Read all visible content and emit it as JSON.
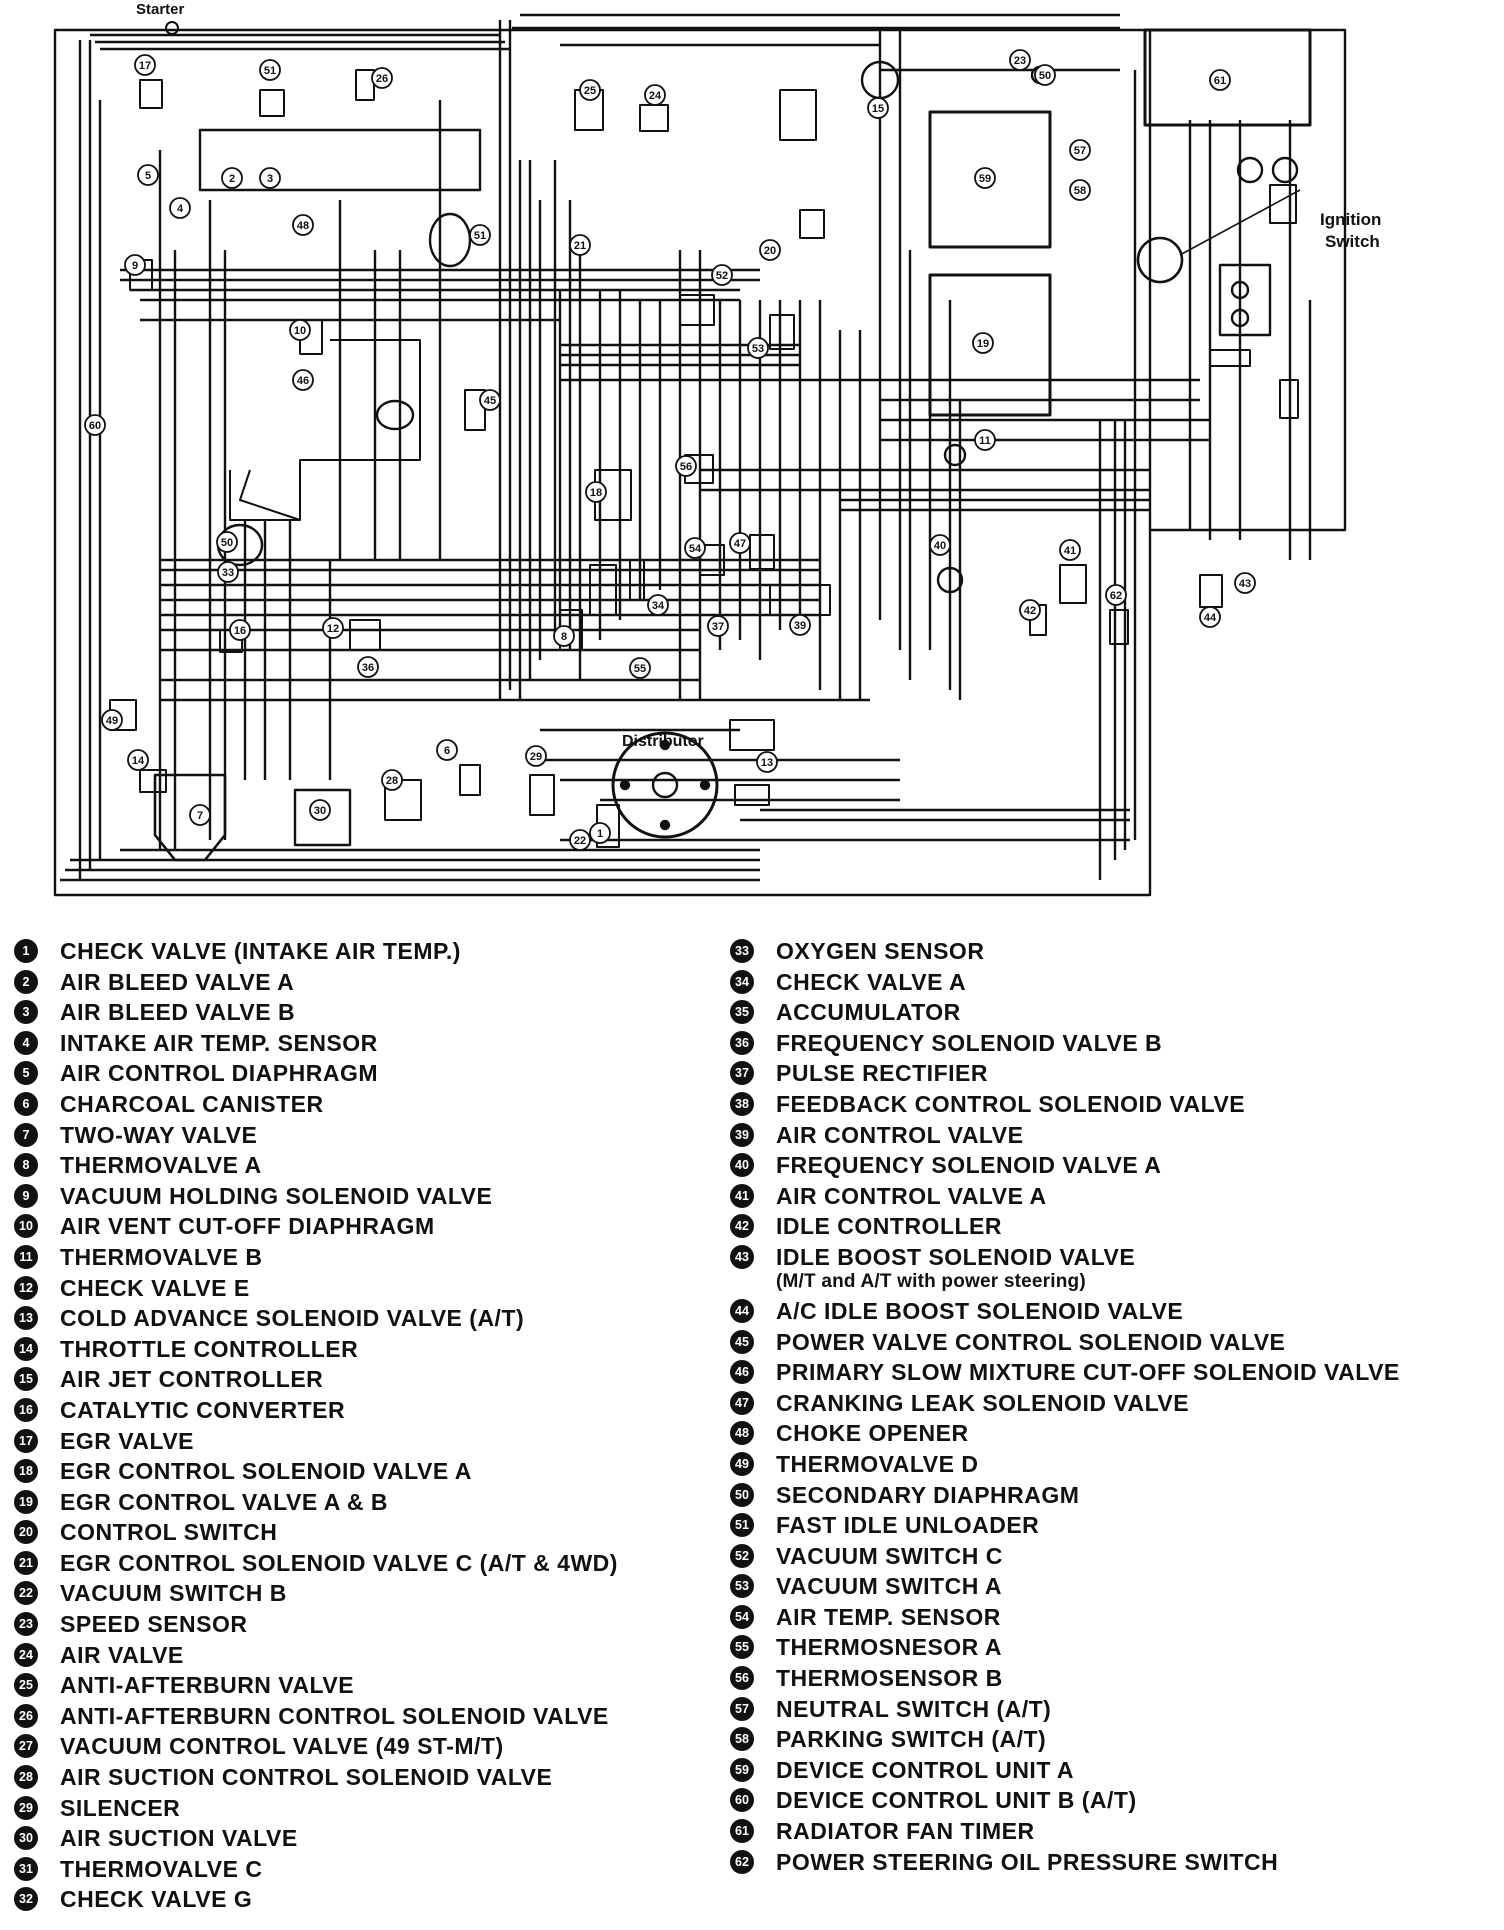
{
  "diagram": {
    "labels": {
      "starter": "Starter",
      "ignition_switch_line1": "Ignition",
      "ignition_switch_line2": "Switch",
      "distributor": "Distributor"
    },
    "component_refs": [
      "17",
      "51",
      "26",
      "25",
      "24",
      "15",
      "23",
      "50",
      "61",
      "5",
      "2",
      "3",
      "4",
      "48",
      "51",
      "20",
      "59",
      "57",
      "58",
      "21",
      "9",
      "52",
      "10",
      "46",
      "53",
      "19",
      "60",
      "45",
      "11",
      "56",
      "18",
      "47",
      "54",
      "34",
      "37",
      "39",
      "40",
      "41",
      "62",
      "42",
      "44",
      "43",
      "49",
      "50",
      "33",
      "16",
      "12",
      "8",
      "55",
      "36",
      "14",
      "7",
      "6",
      "28",
      "30",
      "29",
      "13",
      "22",
      "1"
    ],
    "colors": {
      "line": "#111111",
      "background": "#ffffff"
    }
  },
  "legend": {
    "left": [
      {
        "num": "1",
        "label": "CHECK VALVE (INTAKE AIR TEMP.)"
      },
      {
        "num": "2",
        "label": "AIR BLEED VALVE A"
      },
      {
        "num": "3",
        "label": "AIR BLEED VALVE B"
      },
      {
        "num": "4",
        "label": "INTAKE AIR TEMP. SENSOR"
      },
      {
        "num": "5",
        "label": "AIR CONTROL DIAPHRAGM"
      },
      {
        "num": "6",
        "label": "CHARCOAL CANISTER"
      },
      {
        "num": "7",
        "label": "TWO-WAY VALVE"
      },
      {
        "num": "8",
        "label": "THERMOVALVE A"
      },
      {
        "num": "9",
        "label": "VACUUM HOLDING SOLENOID VALVE"
      },
      {
        "num": "10",
        "label": "AIR VENT CUT-OFF DIAPHRAGM"
      },
      {
        "num": "11",
        "label": "THERMOVALVE B"
      },
      {
        "num": "12",
        "label": "CHECK VALVE E"
      },
      {
        "num": "13",
        "label": "COLD ADVANCE SOLENOID VALVE (A/T)"
      },
      {
        "num": "14",
        "label": "THROTTLE CONTROLLER"
      },
      {
        "num": "15",
        "label": "AIR JET CONTROLLER"
      },
      {
        "num": "16",
        "label": "CATALYTIC CONVERTER"
      },
      {
        "num": "17",
        "label": "EGR VALVE"
      },
      {
        "num": "18",
        "label": "EGR CONTROL SOLENOID VALVE A"
      },
      {
        "num": "19",
        "label": "EGR CONTROL VALVE A & B"
      },
      {
        "num": "20",
        "label": "CONTROL SWITCH"
      },
      {
        "num": "21",
        "label": "EGR CONTROL SOLENOID VALVE C (A/T & 4WD)"
      },
      {
        "num": "22",
        "label": "VACUUM SWITCH B"
      },
      {
        "num": "23",
        "label": "SPEED SENSOR"
      },
      {
        "num": "24",
        "label": "AIR VALVE"
      },
      {
        "num": "25",
        "label": "ANTI-AFTERBURN VALVE"
      },
      {
        "num": "26",
        "label": "ANTI-AFTERBURN CONTROL SOLENOID VALVE"
      },
      {
        "num": "27",
        "label": "VACUUM CONTROL VALVE (49 ST-M/T)"
      },
      {
        "num": "28",
        "label": "AIR SUCTION CONTROL SOLENOID VALVE"
      },
      {
        "num": "29",
        "label": "SILENCER"
      },
      {
        "num": "30",
        "label": "AIR SUCTION VALVE"
      },
      {
        "num": "31",
        "label": "THERMOVALVE C"
      },
      {
        "num": "32",
        "label": "CHECK VALVE G"
      }
    ],
    "right": [
      {
        "num": "33",
        "label": "OXYGEN SENSOR"
      },
      {
        "num": "34",
        "label": "CHECK VALVE A"
      },
      {
        "num": "35",
        "label": "ACCUMULATOR"
      },
      {
        "num": "36",
        "label": "FREQUENCY SOLENOID VALVE B"
      },
      {
        "num": "37",
        "label": "PULSE RECTIFIER"
      },
      {
        "num": "38",
        "label": "FEEDBACK CONTROL SOLENOID VALVE"
      },
      {
        "num": "39",
        "label": "AIR CONTROL VALVE"
      },
      {
        "num": "40",
        "label": "FREQUENCY SOLENOID VALVE A"
      },
      {
        "num": "41",
        "label": "AIR CONTROL VALVE A"
      },
      {
        "num": "42",
        "label": "IDLE CONTROLLER"
      },
      {
        "num": "43",
        "label": "IDLE BOOST SOLENOID VALVE",
        "note": "(M/T and A/T with power steering)"
      },
      {
        "num": "44",
        "label": "A/C IDLE BOOST SOLENOID VALVE"
      },
      {
        "num": "45",
        "label": "POWER VALVE CONTROL SOLENOID VALVE"
      },
      {
        "num": "46",
        "label": "PRIMARY SLOW MIXTURE CUT-OFF SOLENOID VALVE"
      },
      {
        "num": "47",
        "label": "CRANKING LEAK SOLENOID VALVE"
      },
      {
        "num": "48",
        "label": "CHOKE OPENER"
      },
      {
        "num": "49",
        "label": "THERMOVALVE D"
      },
      {
        "num": "50",
        "label": "SECONDARY DIAPHRAGM"
      },
      {
        "num": "51",
        "label": "FAST IDLE UNLOADER"
      },
      {
        "num": "52",
        "label": "VACUUM SWITCH C"
      },
      {
        "num": "53",
        "label": "VACUUM SWITCH A"
      },
      {
        "num": "54",
        "label": "AIR TEMP. SENSOR"
      },
      {
        "num": "55",
        "label": "THERMOSNESOR A"
      },
      {
        "num": "56",
        "label": "THERMOSENSOR B"
      },
      {
        "num": "57",
        "label": "NEUTRAL SWITCH (A/T)"
      },
      {
        "num": "58",
        "label": "PARKING SWITCH (A/T)"
      },
      {
        "num": "59",
        "label": "DEVICE CONTROL UNIT A"
      },
      {
        "num": "60",
        "label": "DEVICE CONTROL UNIT B (A/T)"
      },
      {
        "num": "61",
        "label": "RADIATOR FAN TIMER"
      },
      {
        "num": "62",
        "label": "POWER STEERING OIL PRESSURE SWITCH"
      }
    ]
  }
}
